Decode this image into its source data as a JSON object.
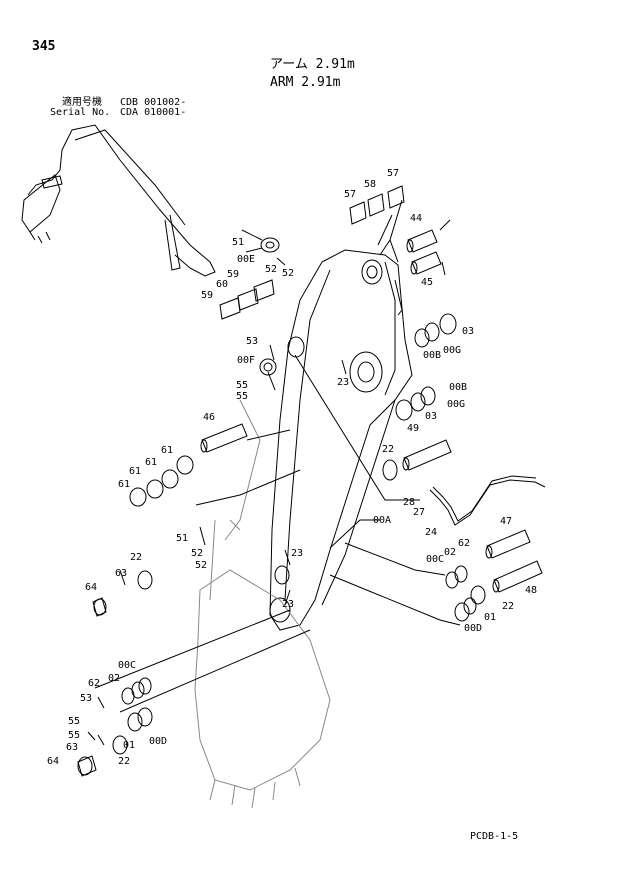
{
  "page_number": "345",
  "title_jp": "アーム 2.91m",
  "title_en": "ARM 2.91m",
  "serial": {
    "line1_label": "適用号機",
    "line1_value": "CDB 001002-",
    "line2_label": "Serial No.",
    "line2_value": "CDA 010001-"
  },
  "footer_code": "PCDB-1-5",
  "callouts": {
    "c57a": "57",
    "c57b": "57",
    "c58": "58",
    "c44": "44",
    "c45": "45",
    "c51a": "51",
    "c00e": "00E",
    "c52a": "52",
    "c52b": "52",
    "c59a": "59",
    "c59b": "59",
    "c60": "60",
    "c03a": "03",
    "c00ba": "00B",
    "c00ga": "00G",
    "c53a": "53",
    "c00f": "00F",
    "c23a": "23",
    "c55a": "55",
    "c55b": "55",
    "c00bb": "00B",
    "c00gb": "00G",
    "c03b": "03",
    "c46": "46",
    "c49": "49",
    "c22a": "22",
    "c61a": "61",
    "c61b": "61",
    "c61c": "61",
    "c61d": "61",
    "c28": "28",
    "c27": "27",
    "c24": "24",
    "c00a": "00A",
    "c51b": "51",
    "c52c": "52",
    "c52d": "52",
    "c23b": "23",
    "c23c": "23",
    "c47": "47",
    "c00ca": "00C",
    "c62a": "62",
    "c02a": "02",
    "c48": "48",
    "c22b": "22",
    "c01a": "01",
    "c00da": "00D",
    "c22c": "22",
    "c63a": "63",
    "c64a": "64",
    "c00cb": "00C",
    "c62b": "62",
    "c02b": "02",
    "c53b": "53",
    "c55c": "55",
    "c55d": "55",
    "c63b": "63",
    "c01b": "01",
    "c00db": "00D",
    "c22d": "22",
    "c64b": "64"
  }
}
